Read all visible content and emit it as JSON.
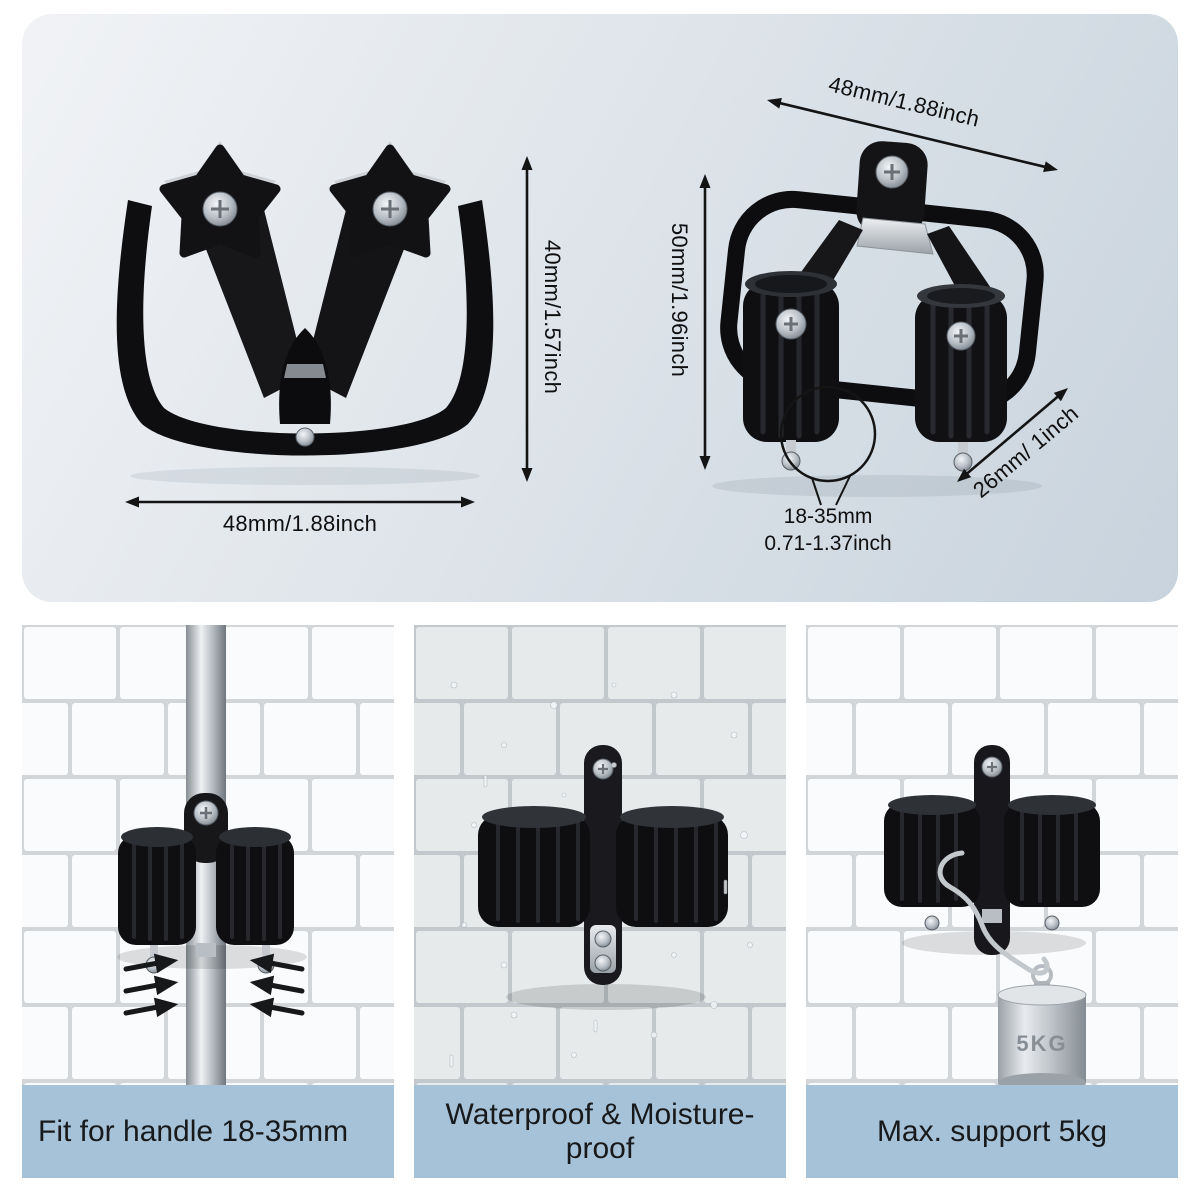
{
  "product_panel": {
    "front_view": {
      "width_label": "48mm/1.88inch",
      "height_label": "40mm/1.57inch"
    },
    "perspective_view": {
      "width_label": "48mm/1.88inch",
      "height_label": "50mm/1.96inch",
      "depth_label": "26mm/ 1inch",
      "grip_range_mm": "18-35mm",
      "grip_range_inch": "0.71-1.37inch"
    }
  },
  "features": {
    "fit": {
      "caption": "Fit for handle 18-35mm"
    },
    "waterproof": {
      "caption": "Waterproof & Moisture-proof"
    },
    "max_load": {
      "caption": "Max. support 5kg",
      "weight_label": "5KG"
    }
  },
  "colors": {
    "page_background": "#ffffff",
    "panel_gradient_start": "#f1f3f6",
    "panel_gradient_end": "#c8d3dd",
    "caption_bar": "#a6c2d8",
    "caption_text": "#17191b",
    "annotation": "#141414",
    "product_black": "#101013",
    "tile_grout": "#d3d6d9",
    "tile_face": "#fafbfc",
    "metal_silver": "#c6cbd0"
  }
}
